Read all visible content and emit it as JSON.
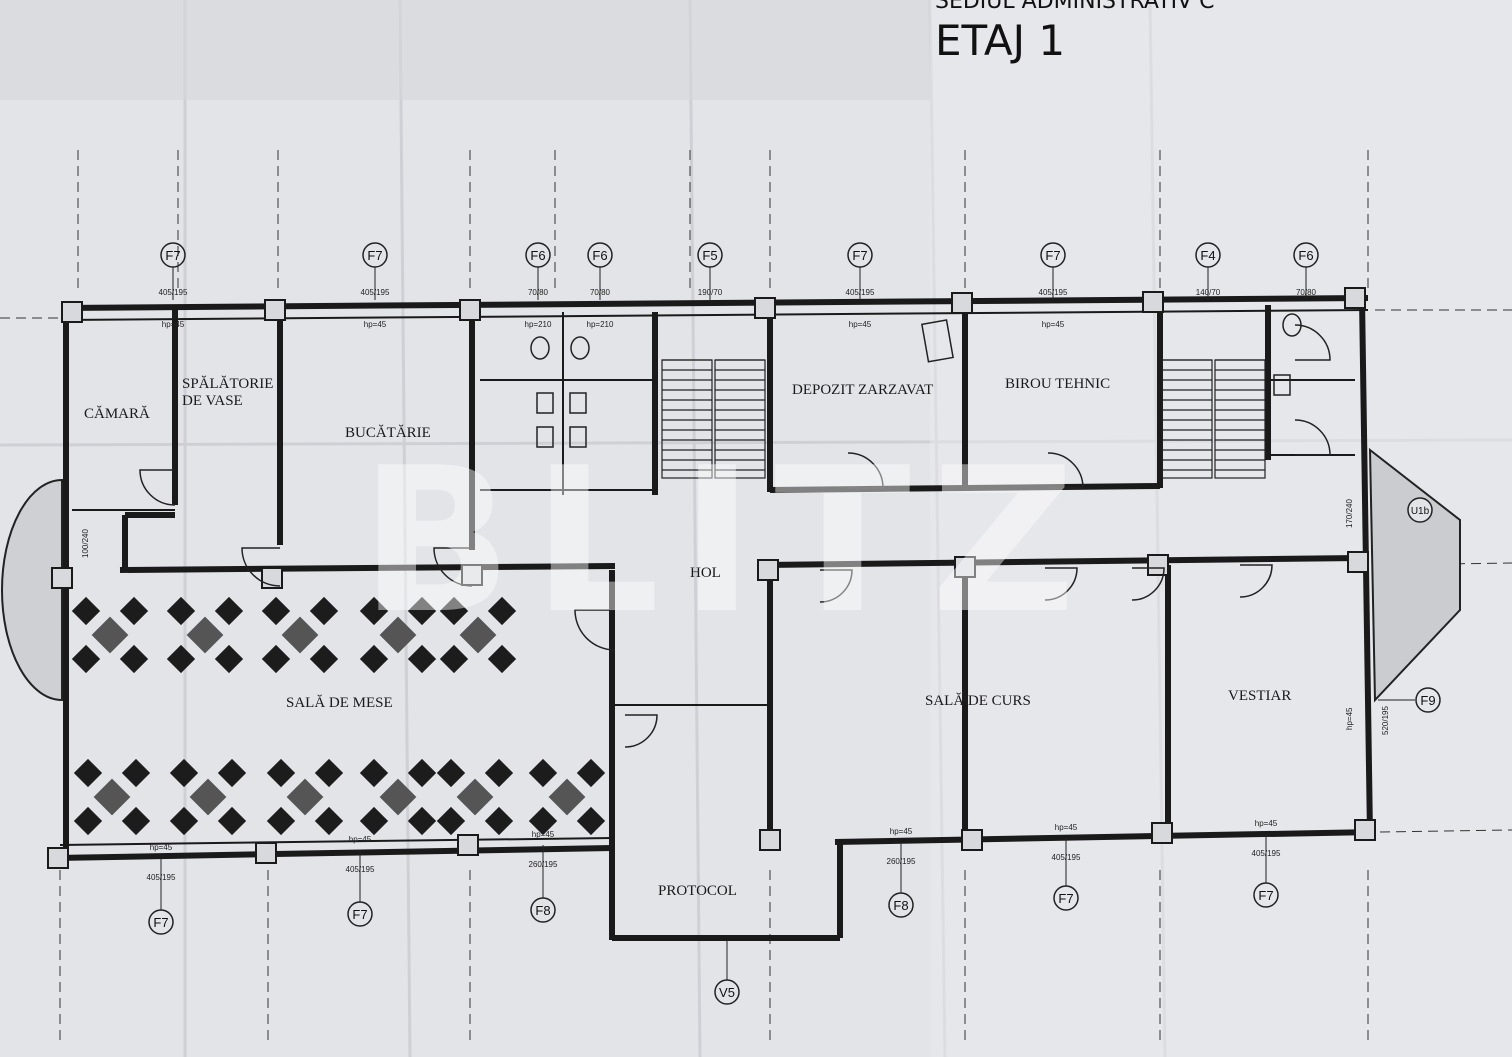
{
  "header": {
    "partial_title": "SEDIUL ADMINISTRATIV C",
    "floor": "ETAJ 1"
  },
  "watermark": "BLITZ",
  "rooms": {
    "camara": "CĂMARĂ",
    "spalatorie_1": "SPĂLĂTORIE",
    "spalatorie_2": "DE VASE",
    "bucatarie": "BUCĂTĂRIE",
    "depozit": "DEPOZIT ZARZAVAT",
    "birou": "BIROU TEHNIC",
    "hol": "HOL",
    "sala_mese": "SALĂ DE MESE",
    "sala_curs": "SALĂ DE CURS",
    "vestiar": "VESTIAR",
    "protocol": "PROTOCOL"
  },
  "windows_top": [
    {
      "tag": "F7",
      "dim": "405/195",
      "hp": "hp=45"
    },
    {
      "tag": "F7",
      "dim": "405/195",
      "hp": "hp=45"
    },
    {
      "tag": "F6",
      "dim": "70/80",
      "hp": "hp=210"
    },
    {
      "tag": "F6",
      "dim": "70/80",
      "hp": "hp=210"
    },
    {
      "tag": "F5",
      "dim": "190/70",
      "hp": ""
    },
    {
      "tag": "F7",
      "dim": "405/195",
      "hp": "hp=45"
    },
    {
      "tag": "F7",
      "dim": "405/195",
      "hp": "hp=45"
    },
    {
      "tag": "F4",
      "dim": "140/70",
      "hp": ""
    },
    {
      "tag": "F6",
      "dim": "70/80",
      "hp": ""
    }
  ],
  "windows_bottom": [
    {
      "tag": "F7",
      "dim": "405/195",
      "hp": "hp=45"
    },
    {
      "tag": "F7",
      "dim": "405/195",
      "hp": "hp=45"
    },
    {
      "tag": "F8",
      "dim": "260/195",
      "hp": "hp=45"
    },
    {
      "tag": "F8",
      "dim": "260/195",
      "hp": "hp=45"
    },
    {
      "tag": "F7",
      "dim": "405/195",
      "hp": "hp=45"
    },
    {
      "tag": "F7",
      "dim": "405/195",
      "hp": "hp=45"
    }
  ],
  "other_tags": {
    "v5": "V5",
    "f9": "F9",
    "f9_dim": "520/195",
    "f9_hp": "hp=45",
    "u1b": "U1b",
    "u1b_dim": "170/240",
    "left_door_dim": "100/240"
  },
  "colors": {
    "paper": "#e3e4e8",
    "ink": "#1a1a1a"
  }
}
